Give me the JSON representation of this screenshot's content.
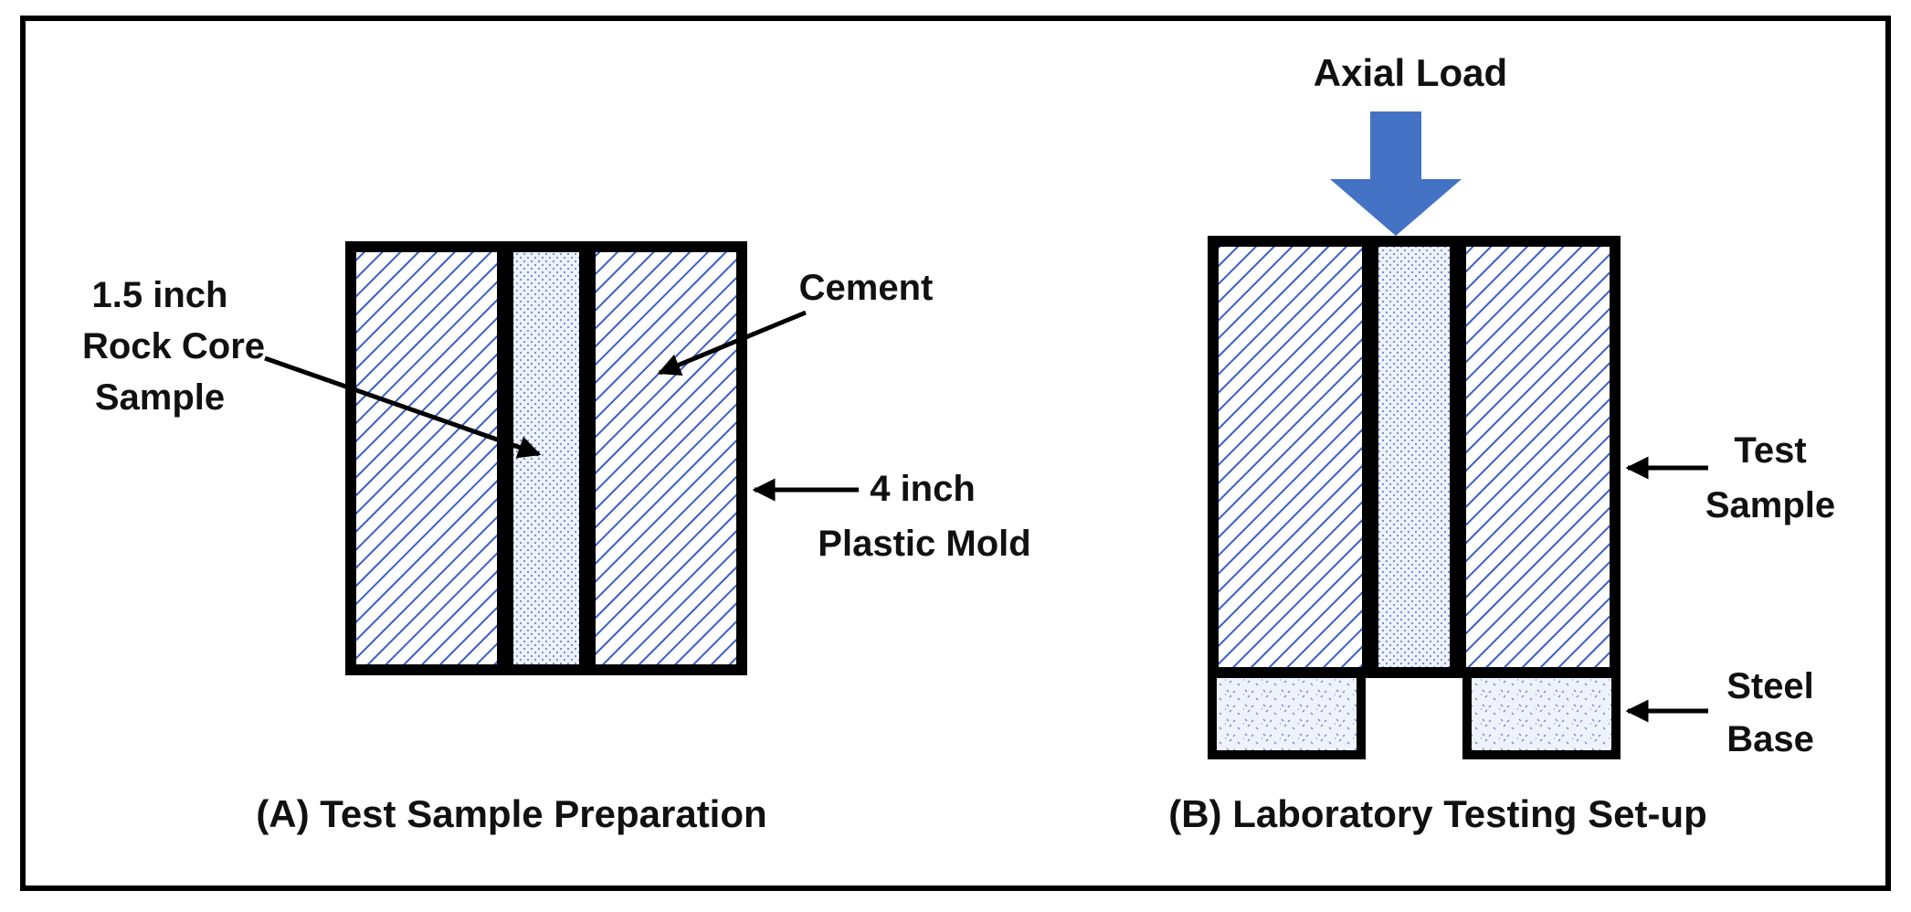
{
  "colors": {
    "hatch": "#3a5fc4",
    "dots": "#6f88c9",
    "fill_light": "#eef2fb",
    "arrow_blue": "#4472c4",
    "outline": "#000000"
  },
  "panel_a": {
    "caption": "(A) Test Sample Preparation",
    "label_core": [
      "1.5 inch",
      "Rock Core",
      "Sample"
    ],
    "label_cement": "Cement",
    "label_mold": [
      "4 inch",
      "Plastic Mold"
    ]
  },
  "panel_b": {
    "caption": "(B) Laboratory Testing Set-up",
    "label_load": "Axial Load",
    "label_sample": [
      "Test",
      "Sample"
    ],
    "label_base": [
      "Steel",
      "Base"
    ]
  }
}
